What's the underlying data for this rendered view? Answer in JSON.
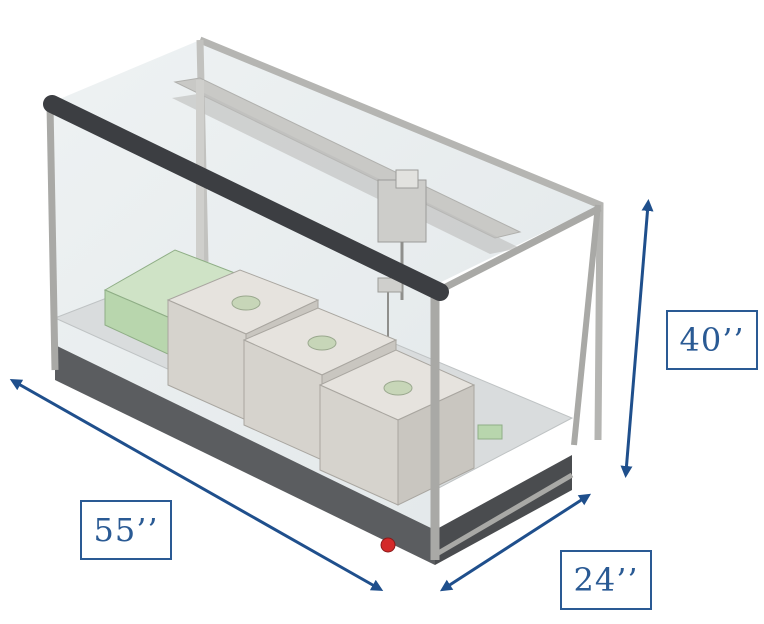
{
  "dimensions": {
    "height": "40’’",
    "length": "55’’",
    "width": "24’’"
  },
  "colors": {
    "arrow": "#1f4f8c",
    "label": "#2a5a94",
    "frame": "#a9a9a6",
    "top_rail": "#3c3e42",
    "glass": "#e9eef0",
    "base": "#5b5d60",
    "module": "#dad7d1",
    "rack": "#b8d6ad",
    "button": "#d32a2a"
  }
}
